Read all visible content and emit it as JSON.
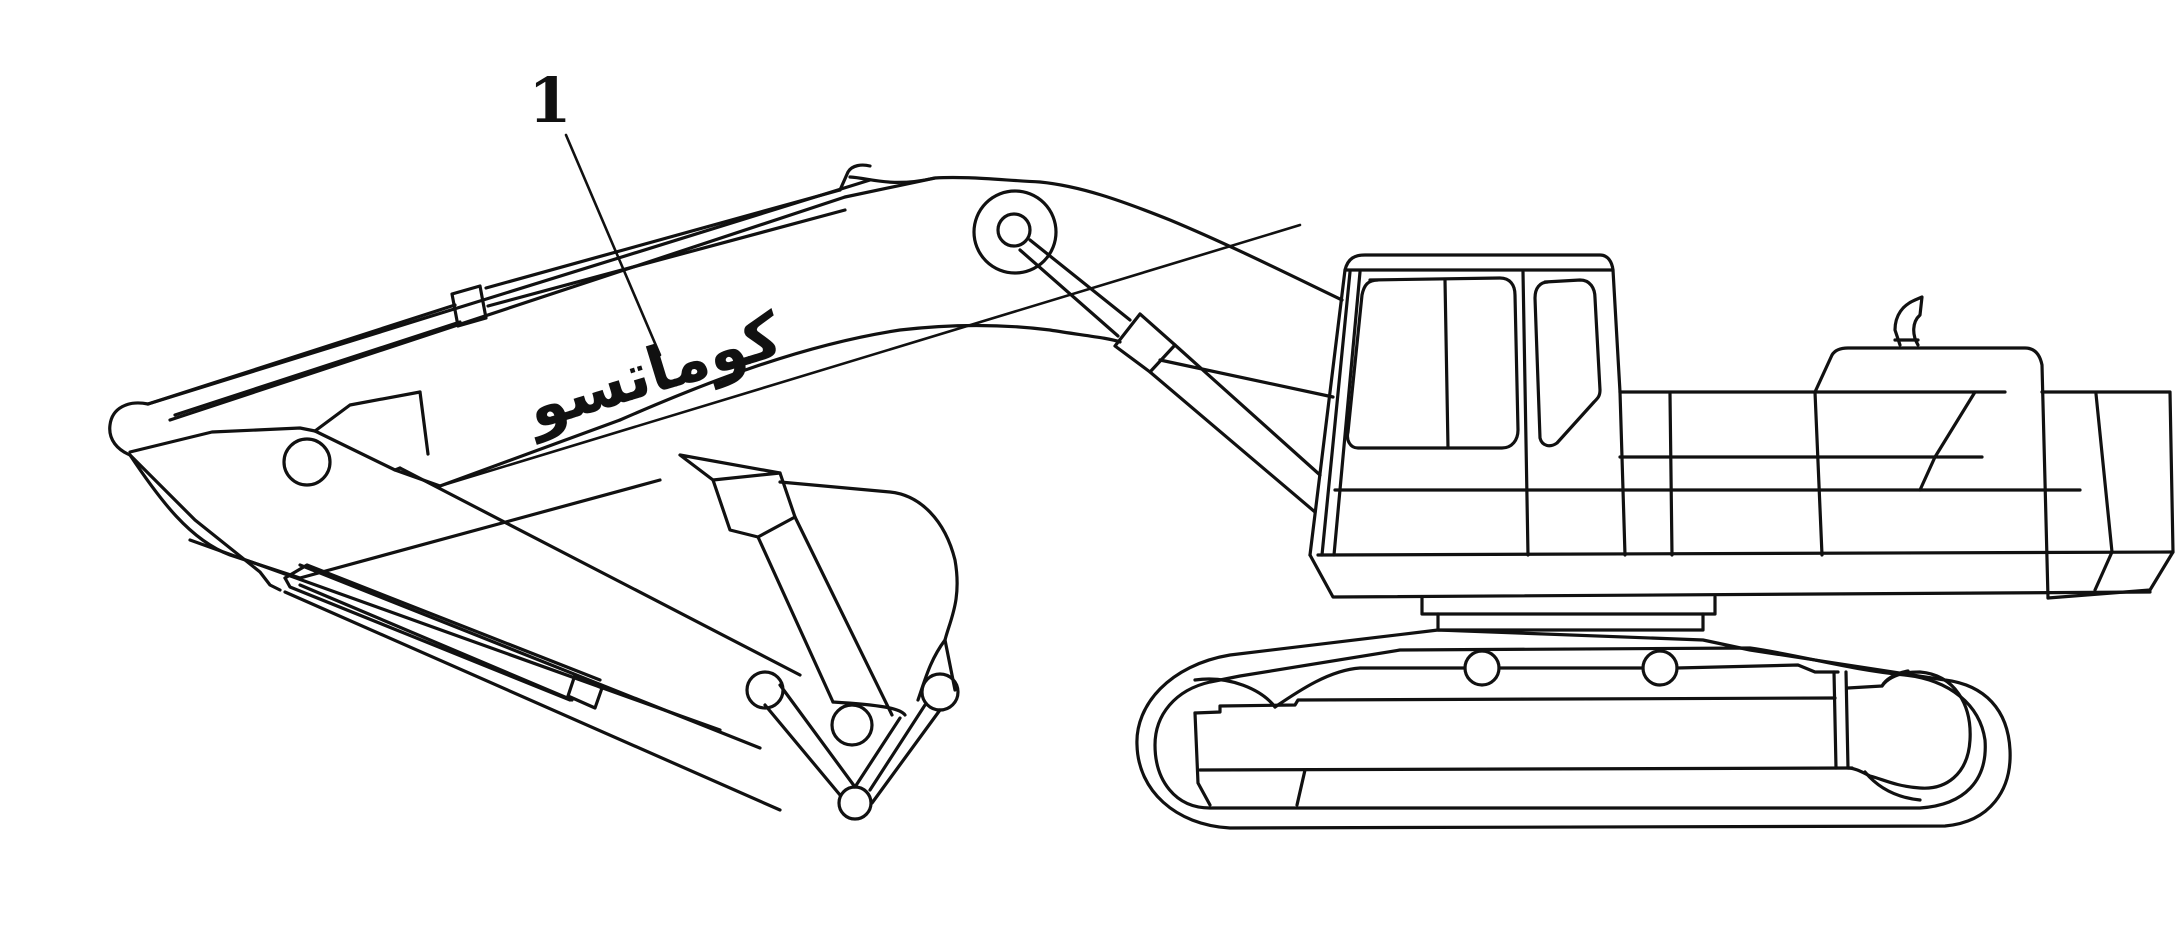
{
  "figure": {
    "subject": "Hydraulic excavator side view (line drawing)",
    "background_color": "#ffffff",
    "line_color": "#111111"
  },
  "callouts": [
    {
      "label": "1",
      "target": "boom decal"
    }
  ],
  "decal": {
    "text": "كوماتسو",
    "location": "boom"
  },
  "components": {
    "arm": "arm",
    "boom": "boom",
    "bucket": "bucket",
    "cab": "cab",
    "counterweight": "counterweight",
    "exhaust": "exhaust stack",
    "undercarriage": "crawler track"
  }
}
